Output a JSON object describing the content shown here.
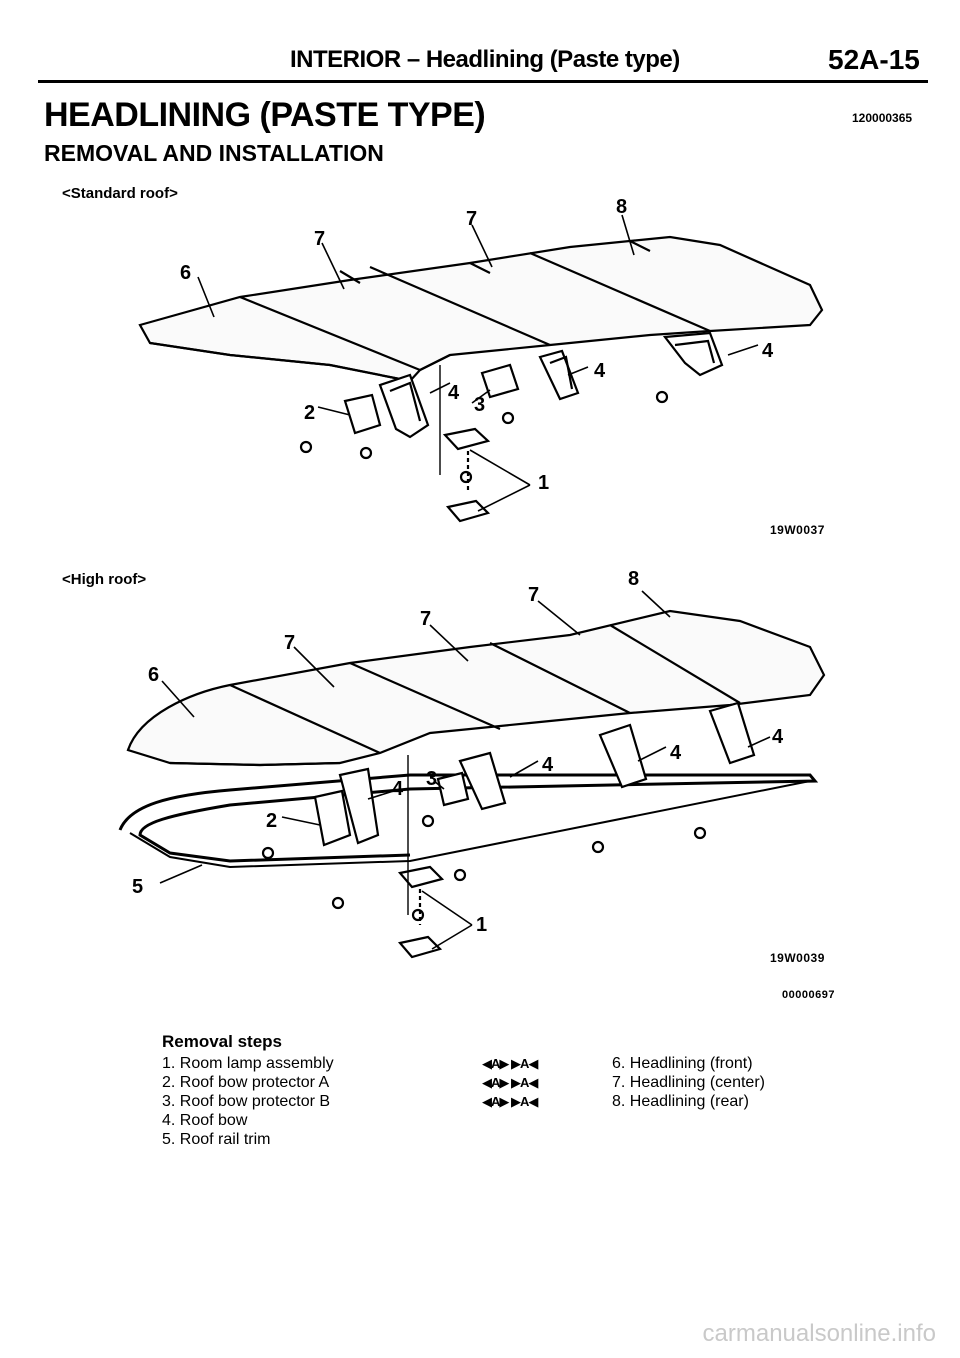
{
  "header": {
    "title": "INTERIOR – Headlining (Paste type)",
    "page_number": "52A-15"
  },
  "section": {
    "title": "HEADLINING (PASTE TYPE)",
    "code": "120000365",
    "subtitle": "REMOVAL AND INSTALLATION"
  },
  "figures": {
    "standard": {
      "label": "<Standard roof>",
      "code": "19W0037",
      "callouts": [
        "1",
        "2",
        "3",
        "4",
        "4",
        "4",
        "6",
        "7",
        "7",
        "8"
      ]
    },
    "high": {
      "label": "<High roof>",
      "code": "19W0039",
      "callouts": [
        "1",
        "2",
        "3",
        "4",
        "4",
        "4",
        "4",
        "5",
        "6",
        "7",
        "7",
        "7",
        "8"
      ]
    },
    "group_code": "00000697"
  },
  "removal": {
    "heading": "Removal steps",
    "left_steps": [
      "1. Room lamp assembly",
      "2. Roof bow protector A",
      "3. Roof bow protector B",
      "4. Roof bow",
      "5. Roof rail trim"
    ],
    "right_steps": [
      {
        "marks": "◀A▶  ▶A◀",
        "text": "6. Headlining (front)"
      },
      {
        "marks": "◀A▶  ▶A◀",
        "text": "7. Headlining (center)"
      },
      {
        "marks": "◀A▶  ▶A◀",
        "text": "8. Headlining (rear)"
      }
    ]
  },
  "watermark": "carmanualsonline.info"
}
